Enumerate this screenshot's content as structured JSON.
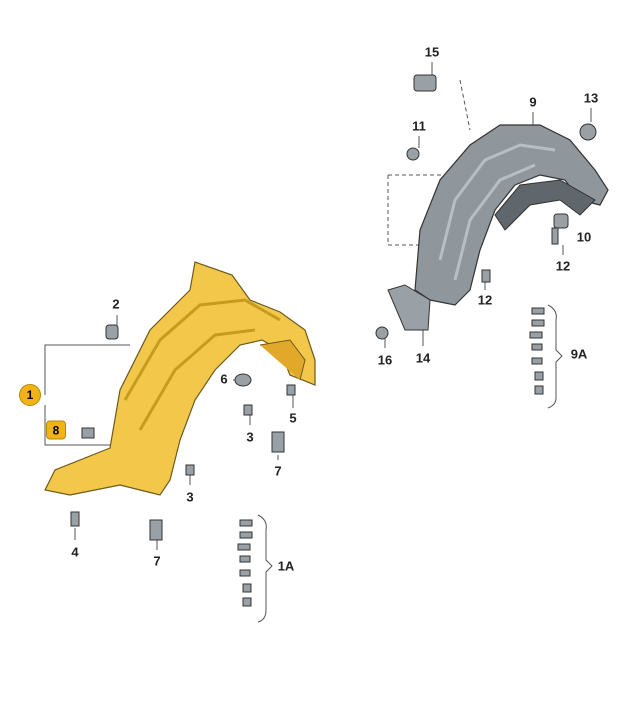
{
  "diagram": {
    "colors": {
      "highlight": "#f2b316",
      "liner_front": "#f3c84a",
      "liner_rear": "#8f969c",
      "line": "#333333"
    },
    "labels": {
      "l1": "1",
      "l1a": "1A",
      "l2": "2",
      "l3a": "3",
      "l3b": "3",
      "l4": "4",
      "l5": "5",
      "l6": "6",
      "l7a": "7",
      "l7b": "7",
      "l8": "8",
      "l9": "9",
      "l9a": "9A",
      "l10": "10",
      "l11": "11",
      "l12a": "12",
      "l12b": "12",
      "l13": "13",
      "l14": "14",
      "l15": "15",
      "l16": "16"
    }
  }
}
